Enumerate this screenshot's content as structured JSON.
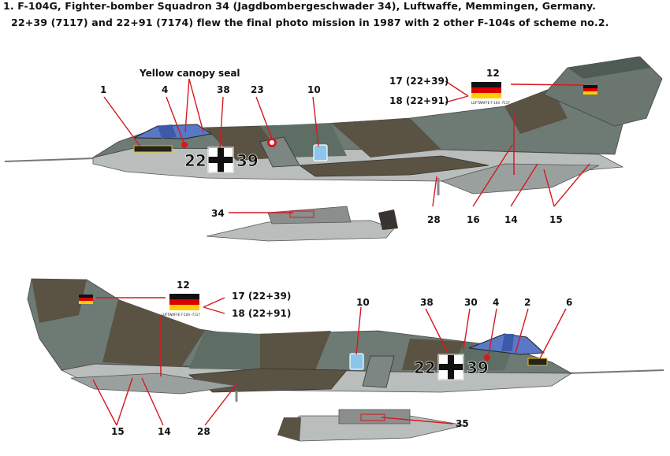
{
  "caption": {
    "line1": "1. F-104G, Fighter-bomber Squadron 34 (Jagdbombergeschwader 34), Luftwaffe, Memmingen, Germany.",
    "line2": "22+39 (7117) and 22+91 (7174) flew the final photo mission in 1987 with 2 other F-104s of scheme no.2."
  },
  "top_profile": {
    "note": "Yellow canopy seal",
    "callouts": [
      "1",
      "4",
      "38",
      "23",
      "10",
      "12",
      "17 (22+39)",
      "18 (22+91)",
      "16",
      "14",
      "15",
      "28",
      "34"
    ],
    "serial_left": "22",
    "serial_right": "39",
    "fin_stencil": "LUFTWAFFE F-104 -7117"
  },
  "bottom_profile": {
    "callouts": [
      "12",
      "17 (22+39)",
      "18 (22+91)",
      "10",
      "38",
      "30",
      "4",
      "2",
      "6",
      "15",
      "14",
      "28",
      "35"
    ],
    "serial_left": "22",
    "serial_right": "39",
    "fin_stencil": "LUFTWAFFE F-104 -7117"
  },
  "colors": {
    "camo_green": "#5b6b5f",
    "camo_grey": "#7a8480",
    "camo_olive": "#5a5243",
    "underside": "#b8bcbb",
    "canopy": "#5a78c8",
    "leader_red": "#d51920",
    "flag_black": "#111111",
    "flag_red": "#dd0000",
    "flag_gold": "#ffce00",
    "badge_blue": "#8ec5ea"
  }
}
